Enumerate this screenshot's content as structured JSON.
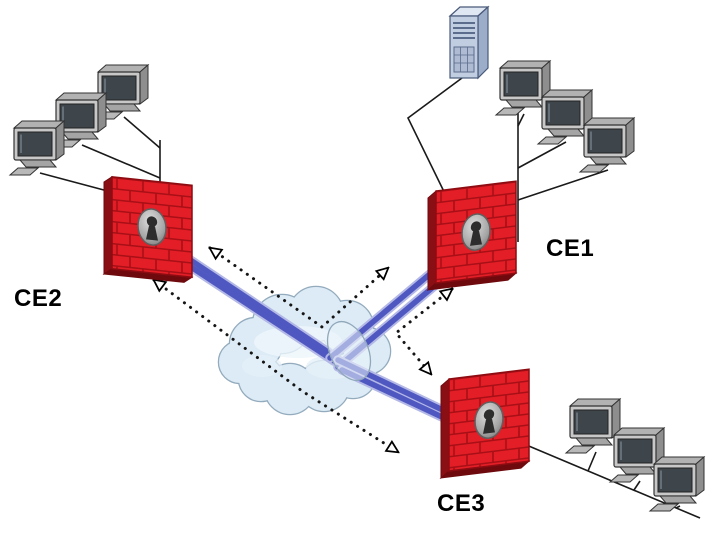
{
  "diagram": {
    "kind": "site-to-site-vpn-topology",
    "labels": {
      "ce1": "CE1",
      "ce2": "CE2",
      "ce3": "CE3"
    },
    "colors": {
      "background": "#ffffff",
      "firewall_brick": "#e31e26",
      "firewall_mortar": "#a80f16",
      "firewall_side": "#8a0f15",
      "keyhole_plate": "#a6a6a6",
      "keyhole_dark": "#2d2d2d",
      "tunnel_core": "#4f57c1",
      "tunnel_edge": "#b3b8e6",
      "cloud_fill": "#dcebf5",
      "cloud_outline": "#93abbd",
      "traffic_dots": "#151515",
      "lan_line": "#1a1a1a",
      "workstation_gray": "#c8c8c8",
      "server_blue": "#c1cde0"
    },
    "nodes": [
      {
        "id": "ce1",
        "type": "firewall",
        "label": "CE1",
        "site_devices": [
          "server",
          "workstation",
          "workstation",
          "workstation"
        ]
      },
      {
        "id": "ce2",
        "type": "firewall",
        "label": "CE2",
        "site_devices": [
          "workstation",
          "workstation",
          "workstation"
        ]
      },
      {
        "id": "ce3",
        "type": "firewall",
        "label": "CE3",
        "site_devices": [
          "workstation",
          "workstation",
          "workstation"
        ]
      },
      {
        "id": "cloud",
        "type": "provider-network-cloud",
        "label": ""
      }
    ],
    "links": [
      {
        "from": "ce2",
        "to": "cloud",
        "kind": "vpn-tunnel-pair"
      },
      {
        "from": "cloud",
        "to": "ce1",
        "kind": "vpn-tunnel-pair"
      },
      {
        "from": "cloud",
        "to": "ce3",
        "kind": "vpn-tunnel-pair"
      },
      {
        "from": "ce2",
        "to": "ce1",
        "kind": "traffic-flow",
        "bidirectional": true
      },
      {
        "from": "ce1",
        "to": "ce3",
        "kind": "traffic-flow",
        "bidirectional": true
      },
      {
        "from": "ce2",
        "to": "ce3",
        "kind": "traffic-flow",
        "bidirectional": true
      }
    ]
  }
}
